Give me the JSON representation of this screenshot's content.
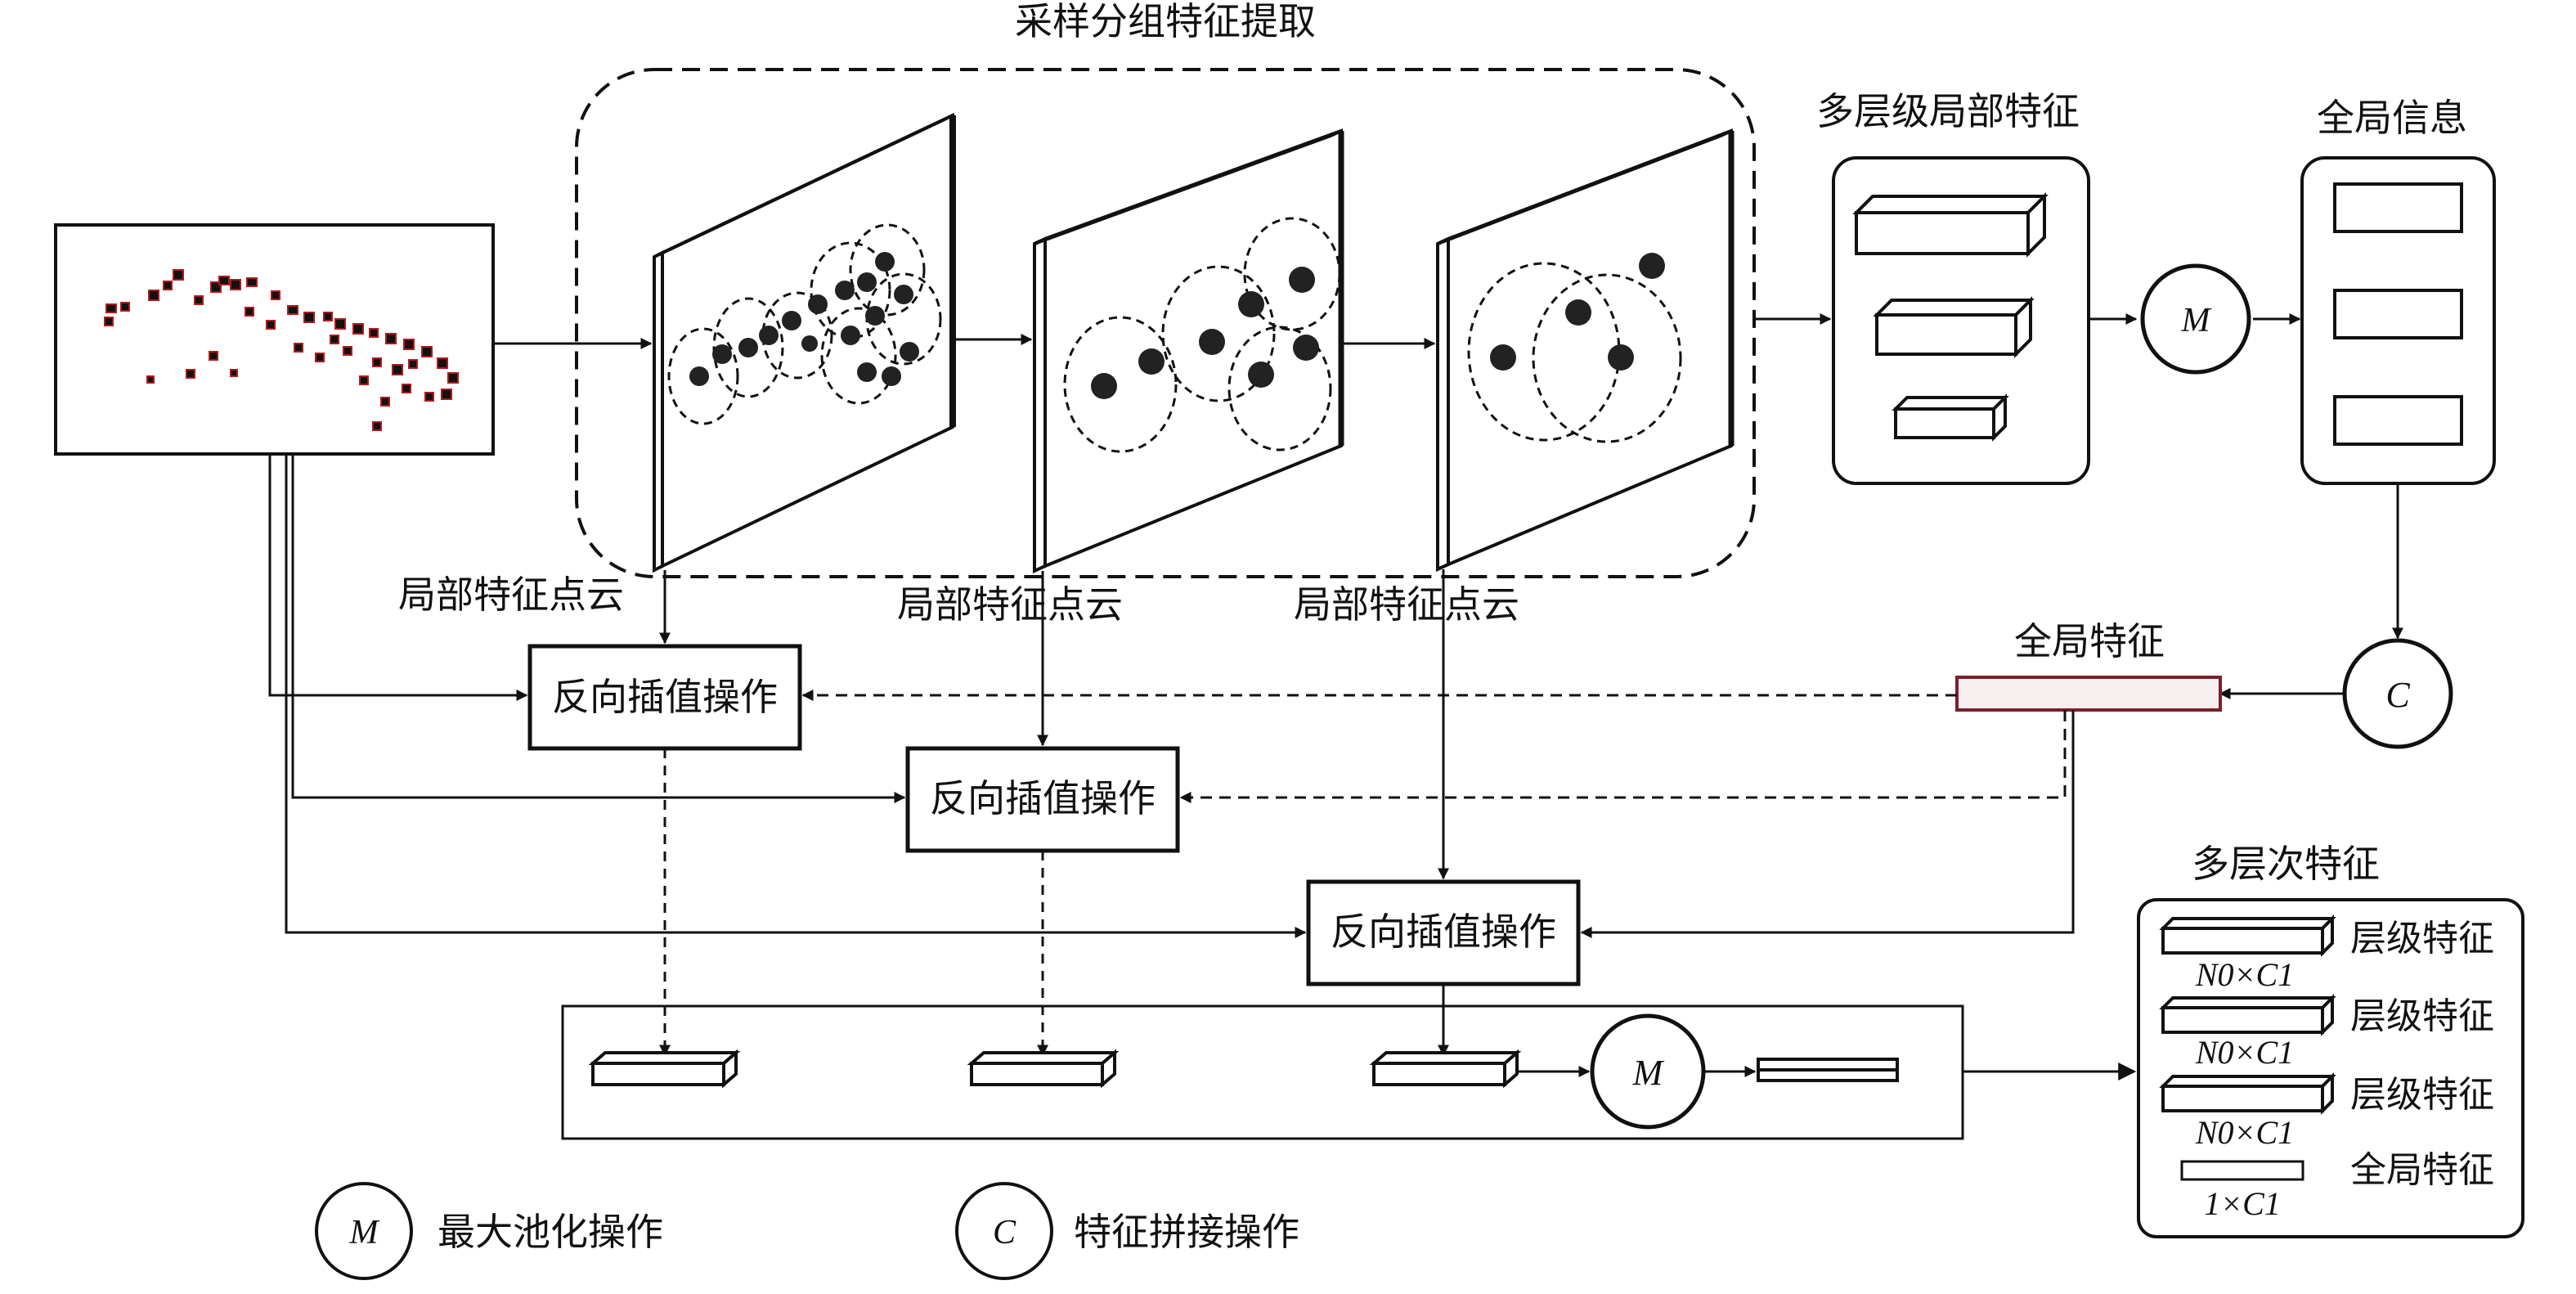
{
  "labels": {
    "sampling_group_title": "采样分组特征提取",
    "multi_level_local": "多层级局部特征",
    "global_info": "全局信息",
    "local_cloud_1": "局部特征点云",
    "local_cloud_2": "局部特征点云",
    "local_cloud_3": "局部特征点云",
    "global_feature": "全局特征",
    "multi_layer_features": "多层次特征"
  },
  "interp_boxes": [
    "反向插值操作",
    "反向插值操作",
    "反向插值操作"
  ],
  "ops": {
    "max_pool_symbol": "M",
    "concat_symbol": "C"
  },
  "legend": [
    {
      "symbol": "M",
      "text": "最大池化操作"
    },
    {
      "symbol": "C",
      "text": "特征拼接操作"
    }
  ],
  "feature_list": [
    {
      "label": "层级特征",
      "dim": "N0×C1"
    },
    {
      "label": "层级特征",
      "dim": "N0×C1"
    },
    {
      "label": "层级特征",
      "dim": "N0×C1"
    },
    {
      "label": "全局特征",
      "dim": "1×C1"
    }
  ],
  "colors": {
    "line": "#111111",
    "global_bar_fill": "#f7eef0",
    "global_bar_border": "#7a1f2b",
    "point_outline": "#b01a1a"
  }
}
